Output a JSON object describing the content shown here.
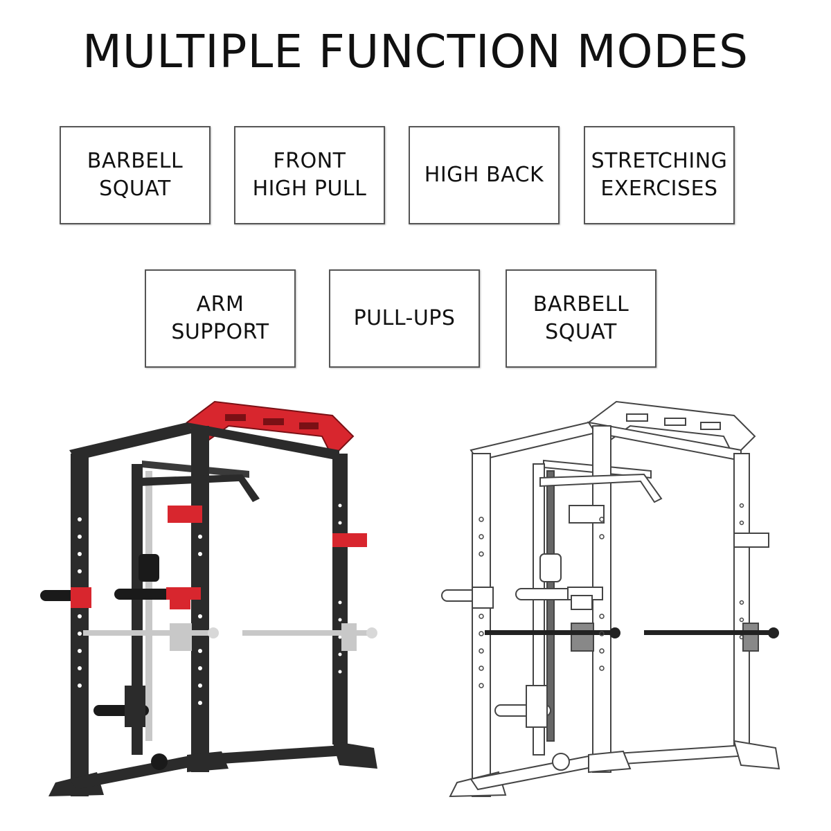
{
  "header": {
    "title": "MULTIPLE FUNCTION MODES"
  },
  "modes": [
    {
      "label": "BARBELL\nSQUAT"
    },
    {
      "label": "FRONT\nHIGH PULL"
    },
    {
      "label": "HIGH BACK"
    },
    {
      "label": "STRETCHING\nEXERCISES"
    },
    {
      "label": "ARM\nSUPPORT"
    },
    {
      "label": "PULL-UPS"
    },
    {
      "label": "BARBELL\nSQUAT"
    }
  ],
  "colors": {
    "frame_dark": "#2b2b2b",
    "accent_red": "#d8262e",
    "chrome": "#c8c8c8",
    "outline": "#444444"
  }
}
